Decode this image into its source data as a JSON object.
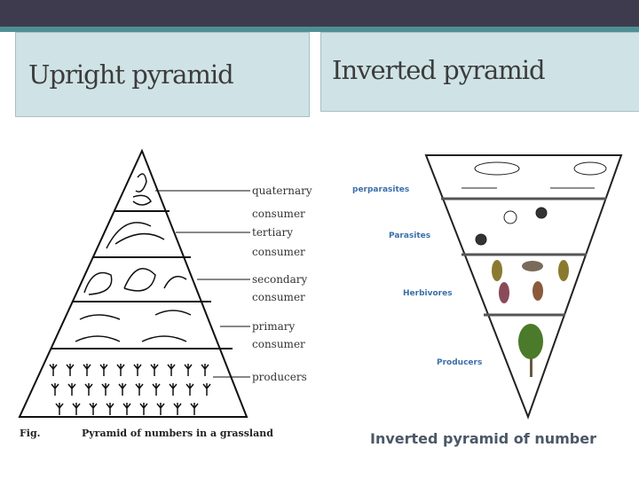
{
  "titles": {
    "left": "Upright pyramid",
    "right": "Inverted pyramid"
  },
  "upright": {
    "levels": [
      {
        "label1": "quaternary",
        "label2": "consumer"
      },
      {
        "label1": "tertiary",
        "label2": "consumer"
      },
      {
        "label1": "secondary",
        "label2": "consumer"
      },
      {
        "label1": "primary",
        "label2": "consumer"
      },
      {
        "label1": "producers",
        "label2": ""
      }
    ],
    "caption_fig": "Fig.",
    "caption": "Pyramid of numbers in a grassland"
  },
  "inverted": {
    "levels": [
      "perparasites",
      "Parasites",
      "Herbivores",
      "Producers"
    ],
    "caption": "Inverted pyramid of number"
  }
}
